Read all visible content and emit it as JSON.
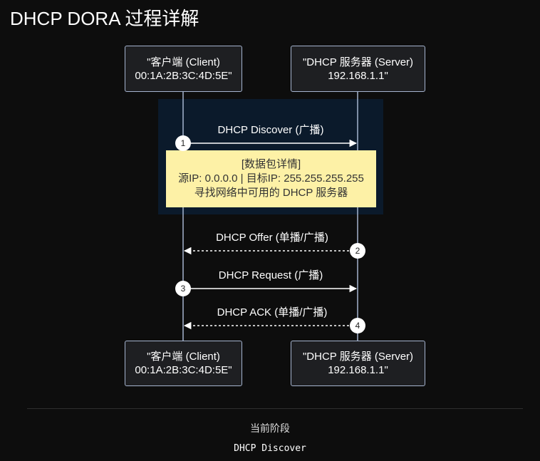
{
  "title": "DHCP DORA 过程详解",
  "participants": {
    "client": {
      "name": "\"客户端 (Client)",
      "detail": "00:1A:2B:3C:4D:5E\""
    },
    "server": {
      "name": "\"DHCP 服务器 (Server)",
      "detail": "192.168.1.1\""
    }
  },
  "messages": [
    {
      "step": "1",
      "label": "DHCP Discover (广播)",
      "direction": "client-to-server",
      "style": "solid"
    },
    {
      "step": "2",
      "label": "DHCP Offer (单播/广播)",
      "direction": "server-to-client",
      "style": "dashed"
    },
    {
      "step": "3",
      "label": "DHCP Request (广播)",
      "direction": "client-to-server",
      "style": "solid"
    },
    {
      "step": "4",
      "label": "DHCP ACK (单播/广播)",
      "direction": "server-to-client",
      "style": "dashed"
    }
  ],
  "note": {
    "line1": "[数据包详情]",
    "line2": "源IP: 0.0.0.0 | 目标IP: 255.255.255.255",
    "line3": "寻找网络中可用的 DHCP 服务器"
  },
  "current_phase": {
    "label": "当前阶段",
    "value": "DHCP Discover"
  },
  "colors": {
    "background": "#0d0d0d",
    "highlight": "#0b1a2b",
    "lifeline": "#a5b4cf",
    "note": "#fdf1a6"
  }
}
